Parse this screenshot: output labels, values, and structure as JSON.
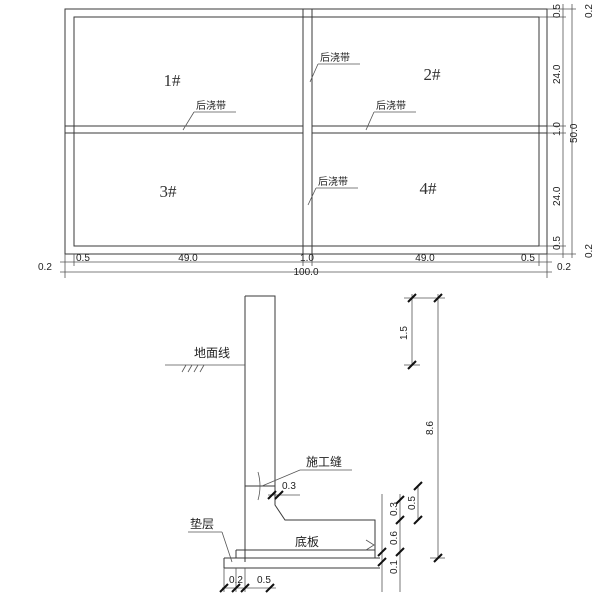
{
  "plan": {
    "zones": [
      "1#",
      "2#",
      "3#",
      "4#"
    ],
    "post_pour_strip_label": "后浇带",
    "bottom_dims": {
      "outer_left": "0.2",
      "left_edge": "0.5",
      "bay_left": "49.0",
      "strip": "1.0",
      "bay_right": "49.0",
      "right_edge": "0.5",
      "outer_right": "0.2",
      "total": "100.0"
    },
    "right_dims": {
      "top_edge": "0.5",
      "bay_top": "24.0",
      "strip": "1.0",
      "bay_bottom": "24.0",
      "bottom_edge": "0.5",
      "total": "50.0",
      "outer_top": "0.2",
      "outer_bottom": "0.2"
    }
  },
  "section": {
    "ground_line_label": "地面线",
    "construction_joint_label": "施工缝",
    "bedding_label": "垫层",
    "base_slab_label": "底板",
    "joint_dim": "0.3",
    "bottom_dims": [
      "0.2",
      "0.5"
    ],
    "height_dims": {
      "top": "1.5",
      "total": "8.6",
      "a": "0.1",
      "b": "0.6",
      "c": "0.3",
      "d": "0.5"
    }
  }
}
